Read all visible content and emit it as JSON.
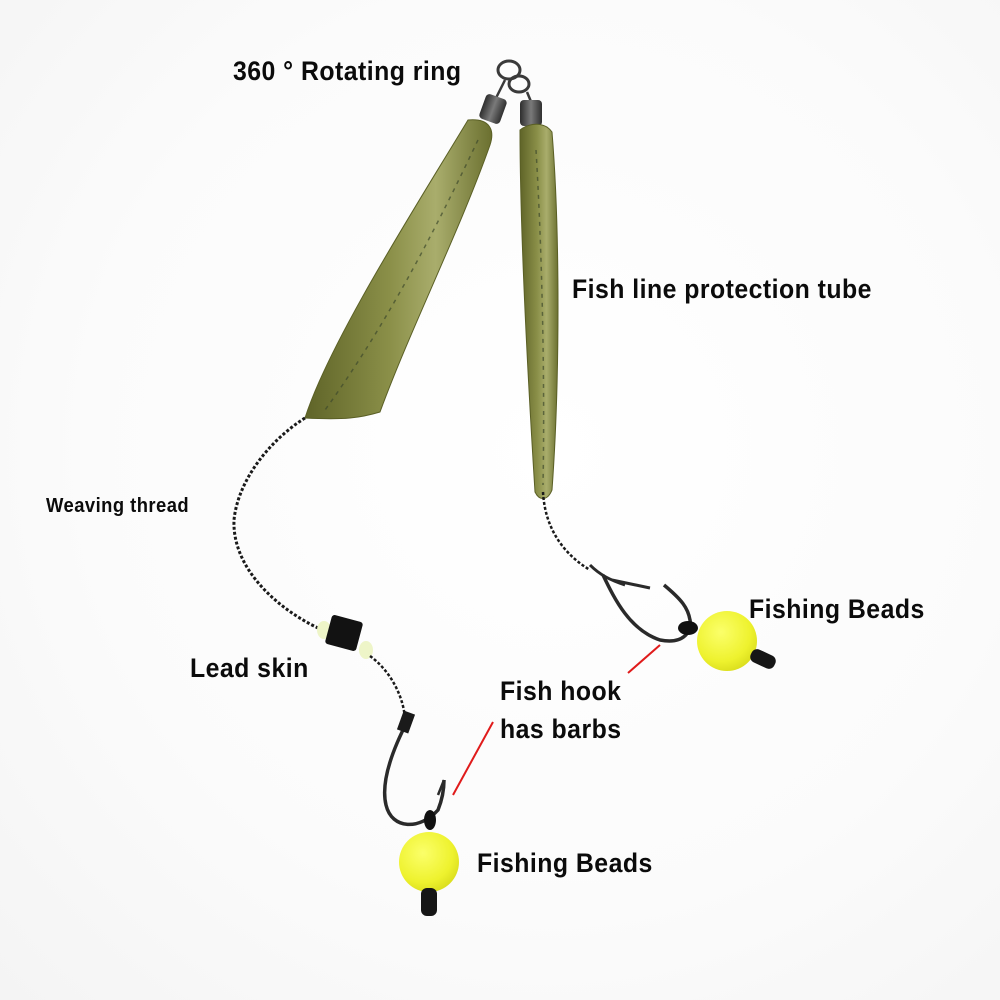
{
  "image": {
    "subject": "fishing rig with two hook links joined by a swivel",
    "background_color": "#ffffff"
  },
  "labels": {
    "rotating_ring": "360 ° Rotating ring",
    "protection_tube": "Fish line protection tube",
    "weaving_thread": "Weaving thread",
    "lead_skin": "Lead skin",
    "fishing_beads_right": "Fishing Beads",
    "fish_hook_line1": "Fish hook",
    "fish_hook_line2": "has barbs",
    "fishing_beads_bottom": "Fishing Beads"
  },
  "colors": {
    "tube": "#7a7f3a",
    "tube_highlight": "#a8ab6a",
    "bead": "#f3f53a",
    "swivel": "#4a4a4a",
    "pointer_line": "#e01b1b",
    "thread": "#1a1a1a"
  }
}
